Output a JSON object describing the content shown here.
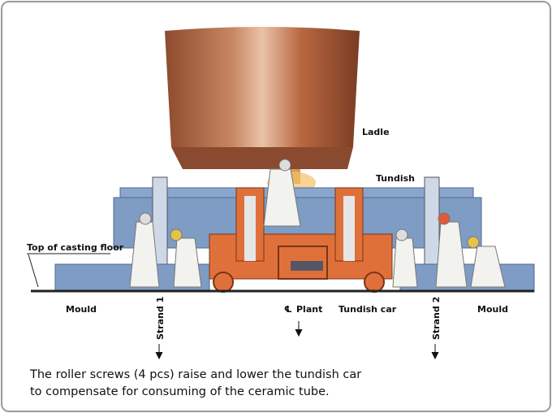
{
  "labels": {
    "ladle": "Ladle",
    "tundish": "Tundish",
    "casting_floor": "Top of casting floor",
    "mould_left": "Mould",
    "strand_1": "Strand 1",
    "plant_centerline": "Plant",
    "centerline_symbol": "℄",
    "tundish_car": "Tundish car",
    "strand_2": "Strand 2",
    "mould_right": "Mould"
  },
  "caption": {
    "line1": "The roller screws (4 pcs) raise and lower the tundish car",
    "line2": "to compensate for consuming of the ceramic tube."
  },
  "colors": {
    "ladle": "#b5643f",
    "tundish": "#7f9cc4",
    "car": "#e0703a",
    "frame": "#9a9a9a"
  }
}
